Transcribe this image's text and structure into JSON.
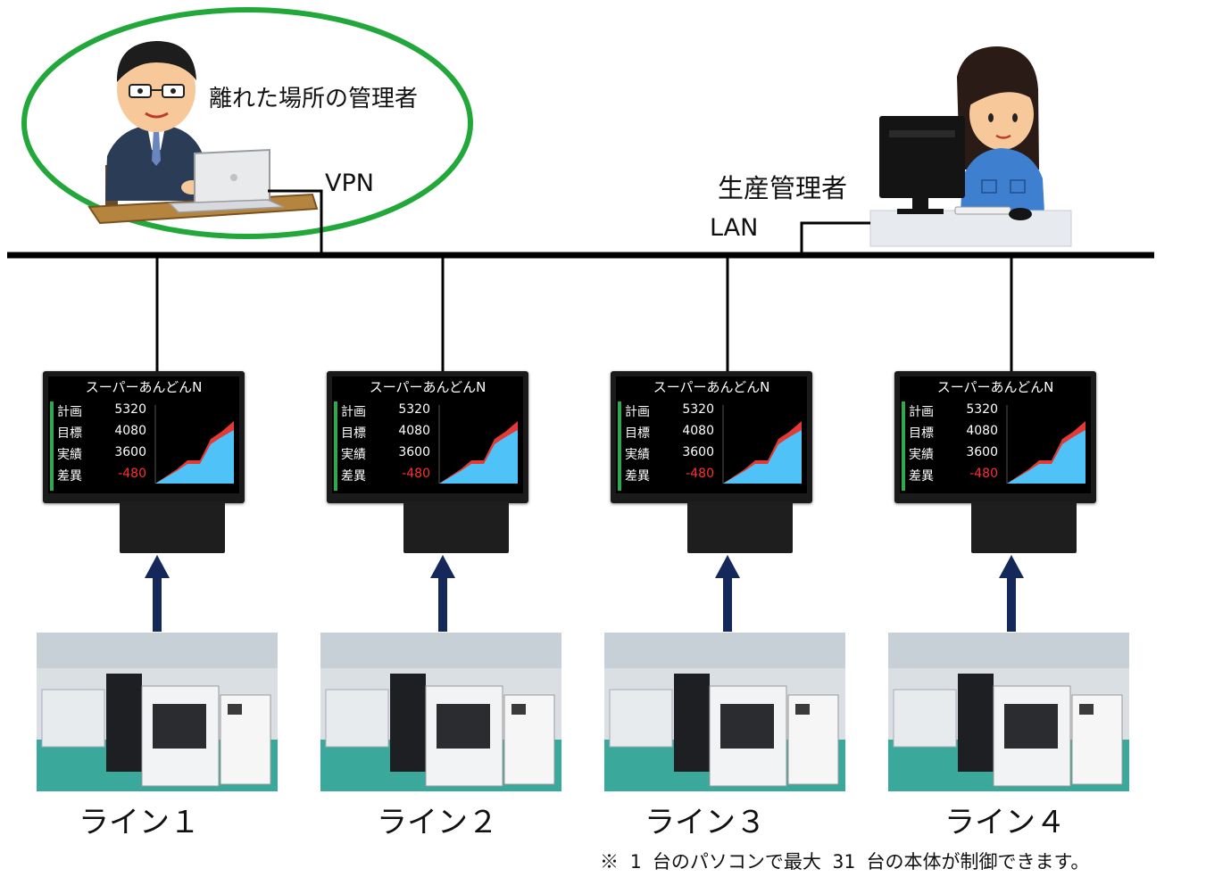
{
  "labels": {
    "remote_manager": "離れた場所の管理者",
    "vpn": "VPN",
    "production_manager": "生産管理者",
    "lan": "LAN"
  },
  "display": {
    "title": "スーパーあんどんN",
    "rows": [
      {
        "label": "計画",
        "value": "5320"
      },
      {
        "label": "目標",
        "value": "4080"
      },
      {
        "label": "実績",
        "value": "3600"
      },
      {
        "label": "差異",
        "value": "-480"
      }
    ],
    "negative_color": "#ff3030"
  },
  "lines": [
    {
      "label": "ライン１"
    },
    {
      "label": "ライン２"
    },
    {
      "label": "ライン３"
    },
    {
      "label": "ライン４"
    }
  ],
  "footnote": "※ 1 台のパソコンで最大 31 台の本体が制御できます。",
  "colors": {
    "ellipse": "#22a83a",
    "bus": "#000000",
    "arrow": "#14285a",
    "chart_fill": "#4fc3f7",
    "chart_top": "#e53935"
  },
  "icons": [
    "remote-manager-person-icon",
    "laptop-icon",
    "production-manager-person-icon",
    "desktop-monitor-icon",
    "control-box-icon",
    "factory-line-photo"
  ]
}
